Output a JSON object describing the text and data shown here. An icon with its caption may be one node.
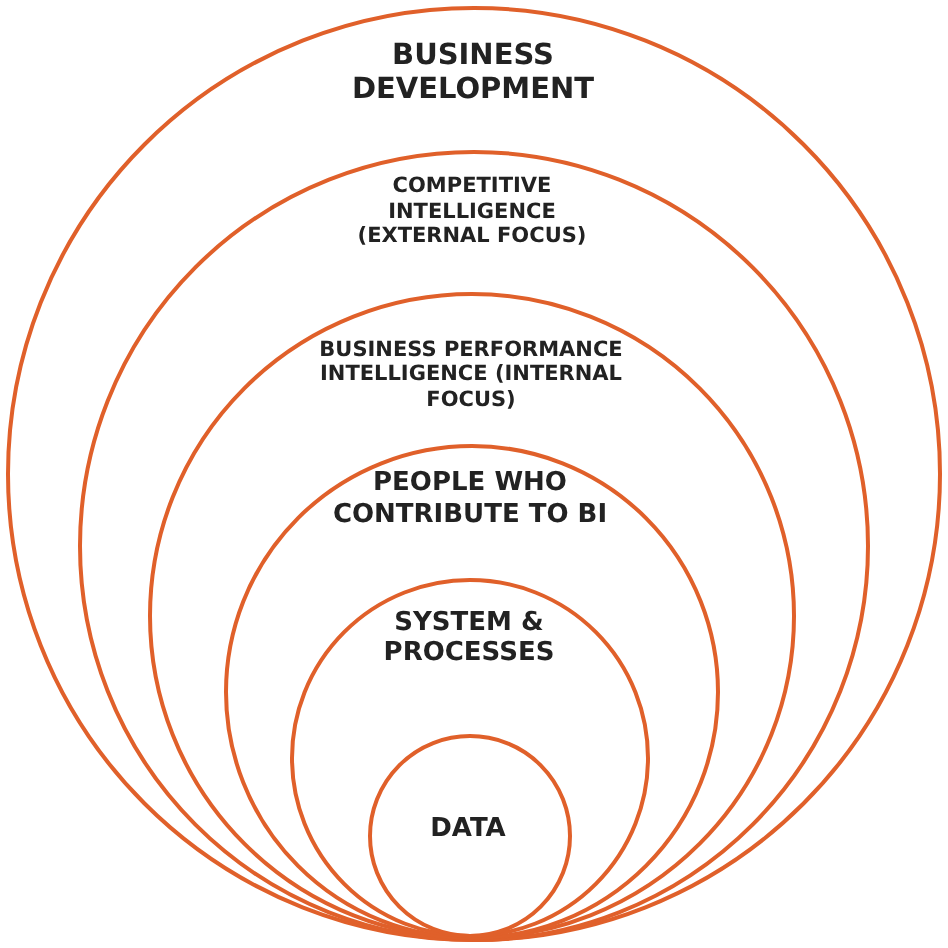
{
  "diagram": {
    "nodes": [
      {
        "text": [
          "BUSINESS DEVELOPMENT"
        ]
      },
      {
        "text": [
          "COMPETITIVE INTELLIGENCE (EXTERNAL FOCUS)"
        ],
        "in": 0
      },
      {
        "text": [
          "BUSINESS PERFORMANCE INTELLIGENCE (INTERNAL FOCUS)"
        ],
        "in": 1
      },
      {
        "text": [
          "PEOPLE WHO CONTRIBUTE TO BI"
        ],
        "in": 2
      },
      {
        "text": [
          "SYSTEM & PROCESSES"
        ],
        "in": 3
      },
      {
        "text": [
          "DATA"
        ],
        "in": 4
      }
    ]
  }
}
